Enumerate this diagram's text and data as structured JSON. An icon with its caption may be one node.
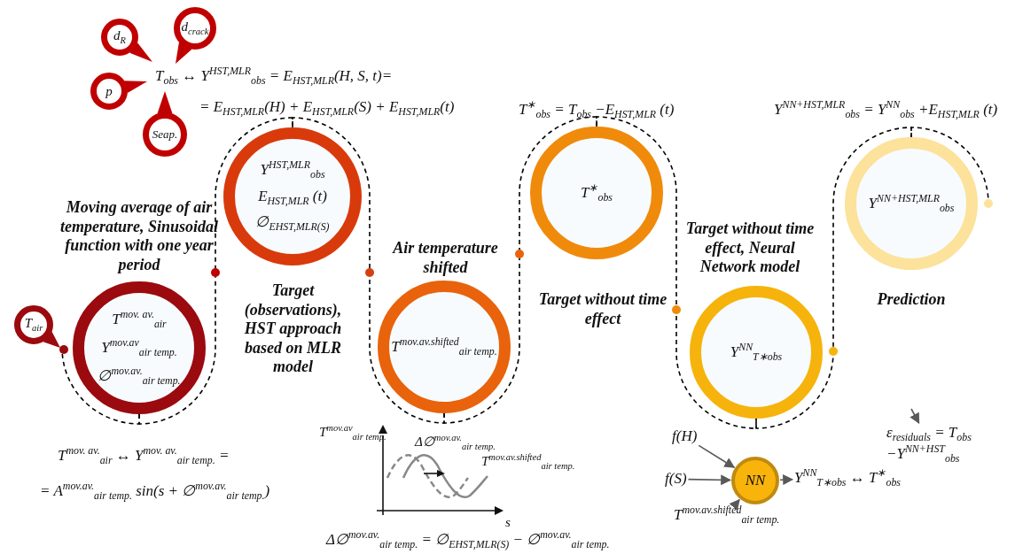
{
  "diagram": {
    "nodes": [
      {
        "text": [
          "d$_{R}$"
        ]
      },
      {
        "text": [
          "d$_{crack}$"
        ]
      },
      {
        "text": [
          "p"
        ]
      },
      {
        "text": [
          "Seap."
        ]
      },
      {
        "text": [
          "T$_{air}$"
        ]
      },
      {
        "text": [
          "T$^{mov. av.}$$_{air}$",
          "Y$^{mov.av}$$_{air temp.}$",
          "∅$^{mov.av.}$$_{air temp.}$"
        ],
        "beside": [
          "Moving average of air temperature, Sinusoidal function with one year period"
        ]
      },
      {
        "text": [
          "Y$^{HST,MLR}$$_{obs}$",
          "E$_{HST,MLR}$ (t)",
          "∅$_{E}$$_{HST,MLR}$$_{(S)}$"
        ],
        "beside": [
          "Target (observations), HST approach based on MLR model"
        ]
      },
      {
        "text": [
          "T$^{mov.av.shifted}$$_{air temp.}$"
        ],
        "beside": [
          "Air temperature shifted"
        ]
      },
      {
        "text": [
          "T$^{∗}$$_{obs}$"
        ],
        "beside": [
          "Target without time effect"
        ]
      },
      {
        "text": [
          "Y$^{NN}$$_{T∗obs}$"
        ],
        "beside": [
          "Target without time effect, Neural Network model"
        ]
      },
      {
        "text": [
          "Y$^{NN+HST,MLR}$$_{obs}$"
        ],
        "beside": [
          "Prediction"
        ]
      },
      {
        "text": [
          "ε$_{residuals}$ = T$_{obs}$ −Y$^{NN+HST}$$_{obs}$"
        ]
      },
      {
        "text": [
          "f(H)"
        ]
      },
      {
        "text": [
          "f(S)"
        ]
      },
      {
        "text": [
          "T$^{mov.av.shifted}$$_{air temp.}$"
        ]
      },
      {
        "text": [
          "NN"
        ]
      },
      {
        "text": [
          "Y$^{NN}$$_{T∗obs}$ ↔ T$^{∗}$$_{obs}$"
        ]
      }
    ],
    "edges": [
      {
        "from": 4,
        "to": 5,
        "arrow": "none",
        "style": "dashed"
      },
      {
        "from": 5,
        "to": 6,
        "arrow": "none",
        "style": "dashed"
      },
      {
        "from": 6,
        "to": 7,
        "arrow": "none",
        "style": "dashed"
      },
      {
        "from": 7,
        "to": 8,
        "arrow": "none",
        "style": "dashed"
      },
      {
        "from": 8,
        "to": 9,
        "arrow": "none",
        "style": "dashed"
      },
      {
        "from": 9,
        "to": 10,
        "arrow": "none",
        "style": "dashed"
      },
      {
        "from": null,
        "to": 11,
        "arrow": "to",
        "color": "#595959"
      },
      {
        "from": 12,
        "to": 15,
        "arrow": "to",
        "color": "#595959"
      },
      {
        "from": 13,
        "to": 15,
        "arrow": "to",
        "color": "#595959"
      },
      {
        "from": 14,
        "to": 15,
        "arrow": "to",
        "color": "#595959"
      },
      {
        "from": 15,
        "to": 16,
        "arrow": "to",
        "color": "#595959"
      }
    ],
    "labels": [
      "T$_{obs}$ ↔ Y$^{HST,MLR}$$_{obs}$ = E$_{HST,MLR}$(H, S, t)=",
      "= E$_{HST,MLR}$(H) + E$_{HST,MLR}$(S) + E$_{HST,MLR}$(t)",
      "T$^{∗}$$_{obs}$ = T$_{obs}$ −E$_{HST,MLR}$ (t)",
      "Y$^{NN+HST,MLR}$$_{obs}$ = Y$^{NN}$$_{obs}$ +E$_{HST,MLR}$ (t)",
      "T$^{mov. av.}$$_{air}$ ↔ Y$^{mov. av.}$$_{air temp.}$ =",
      "= A$^{mov.av.}$$_{air temp.}$ sin(s + ∅$^{mov.av.}$$_{air temp.}$)",
      "T$^{mov.av}$$_{air temp.}$",
      "Δ∅$^{mov.av.}$$_{air temp.}$",
      "T$^{mov.av.shifted}$$_{air temp.}$",
      "s",
      "Δ∅$^{mov.av.}$$_{air temp.}$ = ∅$_{E}$$_{HST,MLR}$$_{(S)}$ − ∅$^{mov.av.}$$_{air temp.}$"
    ]
  }
}
